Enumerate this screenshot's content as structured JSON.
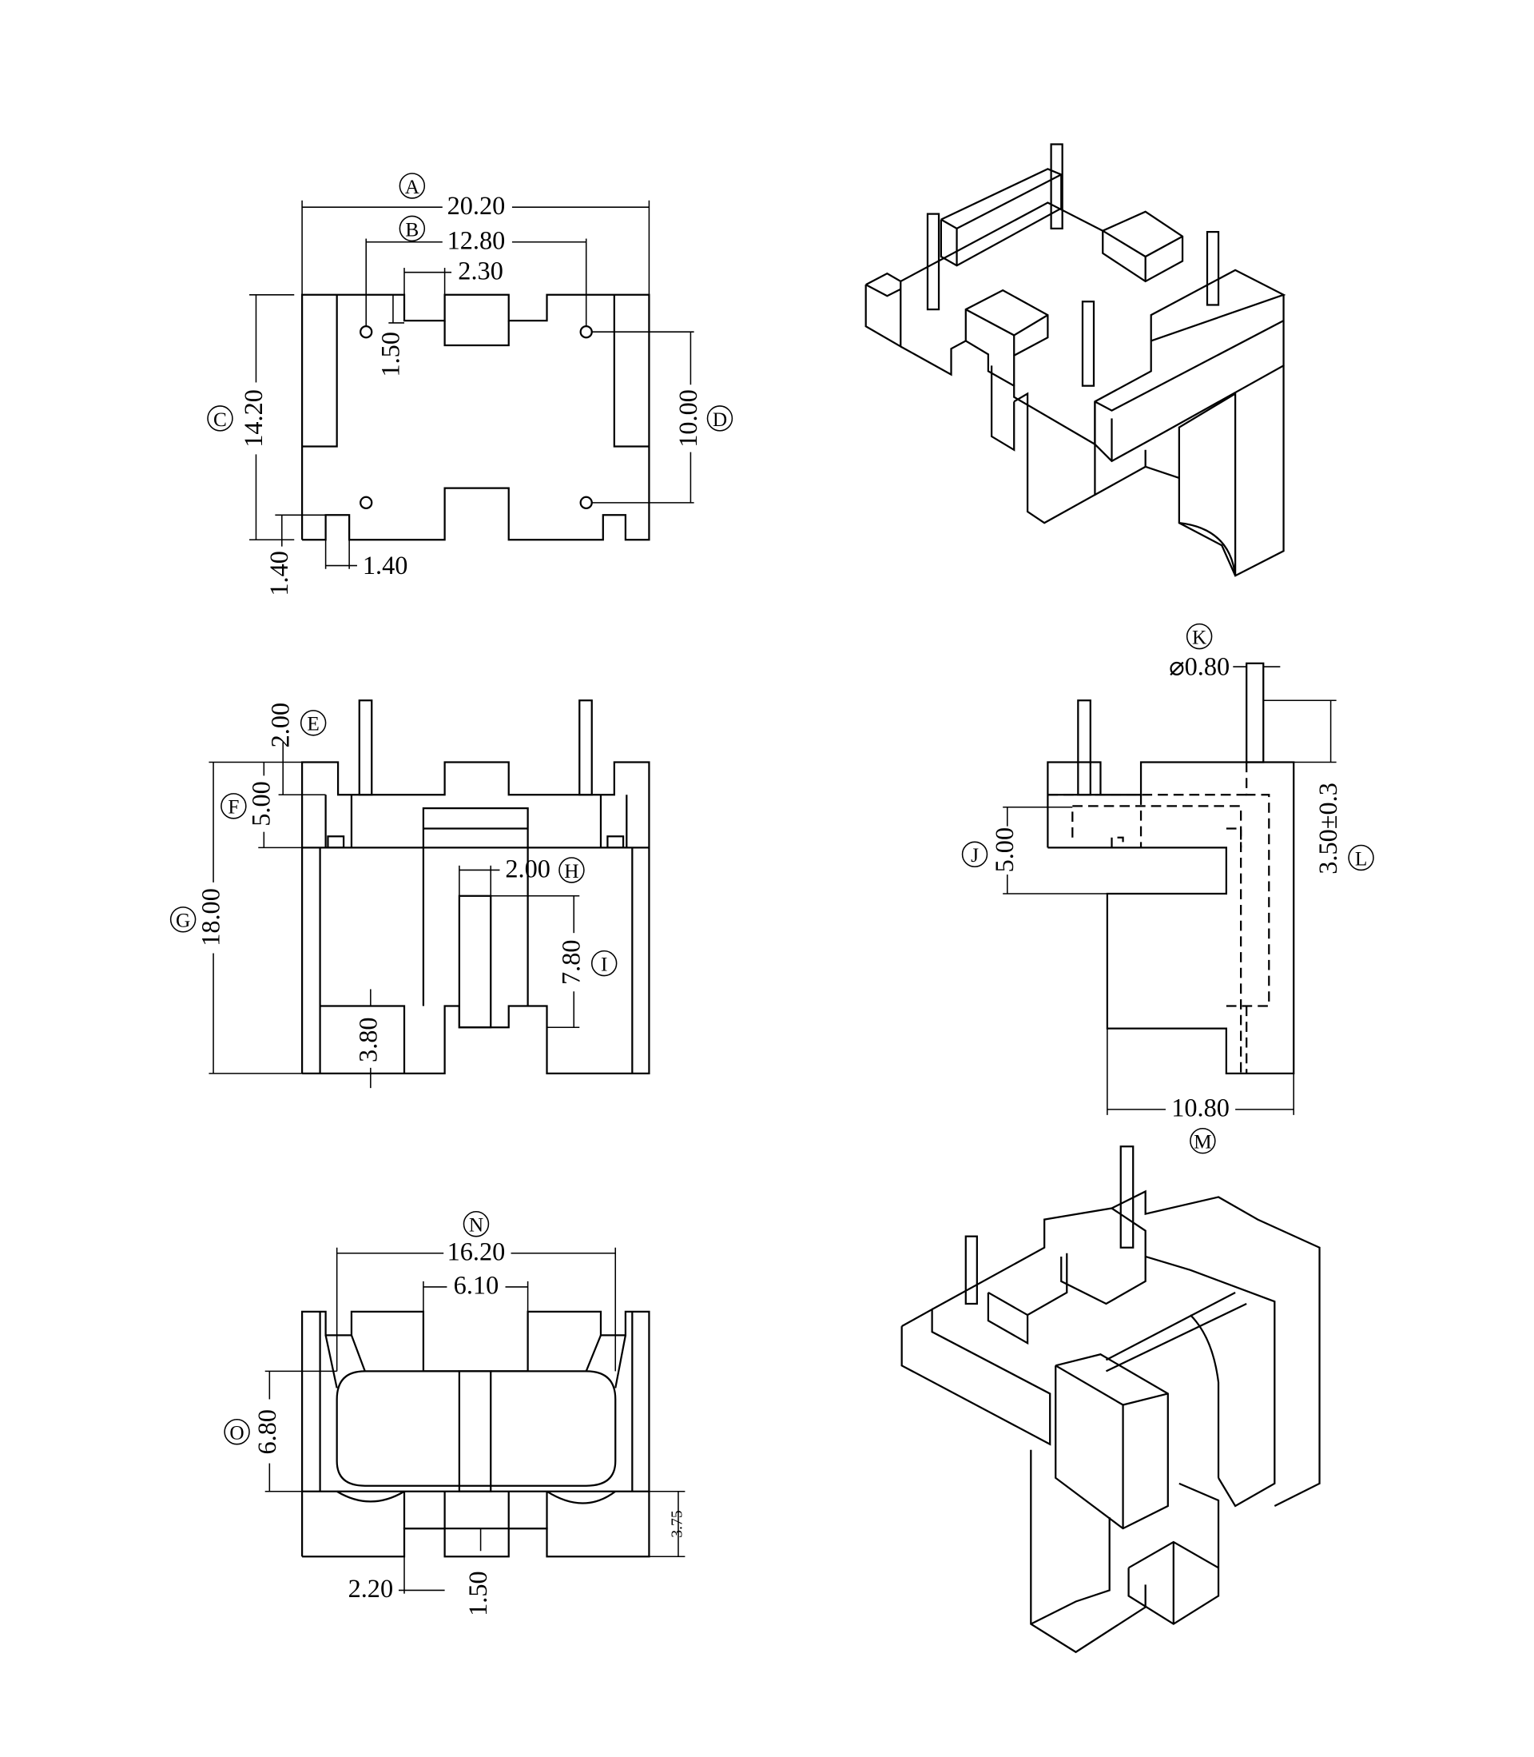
{
  "title": "Bobbin mechanical drawing",
  "callouts": {
    "A": "A",
    "B": "B",
    "C": "C",
    "D": "D",
    "E": "E",
    "F": "F",
    "G": "G",
    "H": "H",
    "I": "I",
    "J": "J",
    "K": "K",
    "L": "L",
    "M": "M",
    "N": "N",
    "O": "O"
  },
  "top_view": {
    "A": "20.20",
    "B": "12.80",
    "slot": "2.30",
    "C": "14.20",
    "D": "10.00",
    "pin_offset": "1.50",
    "notch_h": "1.40",
    "notch_w": "1.40"
  },
  "front_view": {
    "E": "2.00",
    "F": "5.00",
    "G": "18.00",
    "H": "2.00",
    "I": "7.80",
    "foot": "3.80"
  },
  "side_view": {
    "K": "⌀0.80",
    "L": "3.50±0.3",
    "J": "5.00",
    "M": "10.80"
  },
  "bottom_view": {
    "N": "16.20",
    "inner": "6.10",
    "O": "6.80",
    "edge": "3.75",
    "gap": "2.20",
    "rib": "1.50"
  }
}
